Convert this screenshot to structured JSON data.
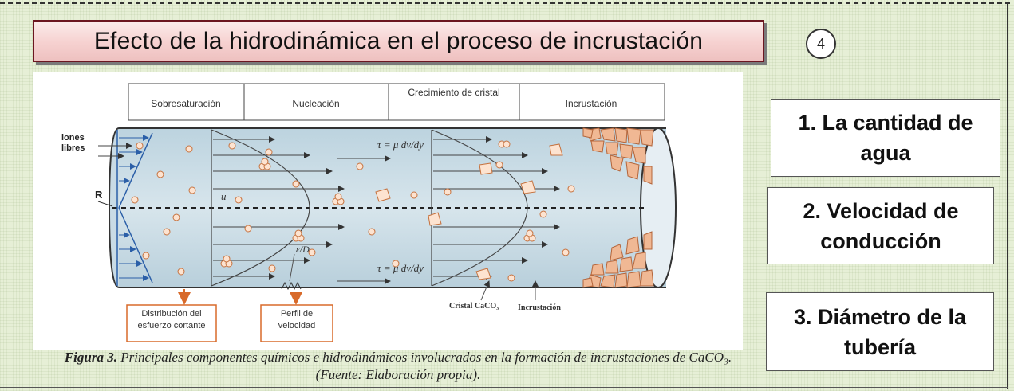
{
  "title": "Efecto de la hidrodinámica en el proceso de incrustación",
  "page_number": "4",
  "factors": [
    {
      "number": "1.",
      "text": "La cantidad de agua"
    },
    {
      "number": "2.",
      "text": "Velocidad de conducción"
    },
    {
      "number": "3.",
      "text": "Diámetro de la tubería"
    }
  ],
  "diagram": {
    "stages": [
      "Sobresaturación",
      "Nucleación",
      "Crecimiento de cristal",
      "Incrustación"
    ],
    "labels": {
      "ions": "iones libres",
      "radius": "R",
      "mean_velocity": "ū",
      "shear_top": "τ = μ dv/dy",
      "shear_bottom": "τ = μ dv/dy",
      "roughness": "ε/D",
      "crystal": "Cristal CaCO₃",
      "incrustation": "Incrustación"
    },
    "callouts": [
      "Distribución del esfuerzo cortante",
      "Perfil de velocidad"
    ]
  },
  "caption": {
    "label": "Figura 3.",
    "text": "Principales componentes químicos e hidrodinámicos involucrados en la formación de incrustaciones de CaCO₃. (Fuente: Elaboración propia)."
  }
}
